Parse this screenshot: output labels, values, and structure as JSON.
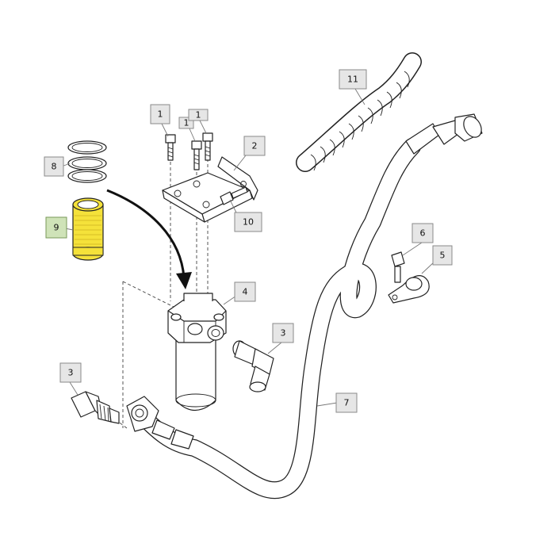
{
  "callouts": {
    "c1a": "1",
    "c1b": "1",
    "c1c": "1",
    "c2": "2",
    "c3a": "3",
    "c3b": "3",
    "c4": "4",
    "c5": "5",
    "c6": "6",
    "c7": "7",
    "c8": "8",
    "c9": "9",
    "c10": "10",
    "c11": "11"
  },
  "colors": {
    "highlight_fill": "#f5e23a",
    "highlight_label": "#cfe3b8"
  },
  "highlighted_part": "9"
}
